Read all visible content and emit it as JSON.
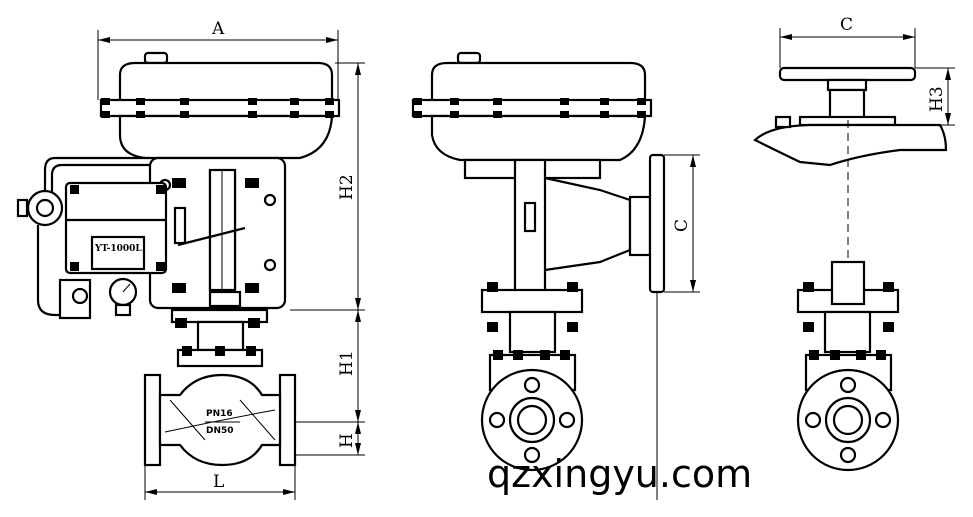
{
  "dimensions": {
    "A": "A",
    "C_top": "C",
    "C_side": "C",
    "H2": "H2",
    "H1": "H1",
    "H": "H",
    "H3": "H3",
    "L": "L"
  },
  "positioner_label": "YT-1000L",
  "body_labels": {
    "pressure": "PN16",
    "size": "DN50"
  },
  "watermark": "qzxingyu.com"
}
